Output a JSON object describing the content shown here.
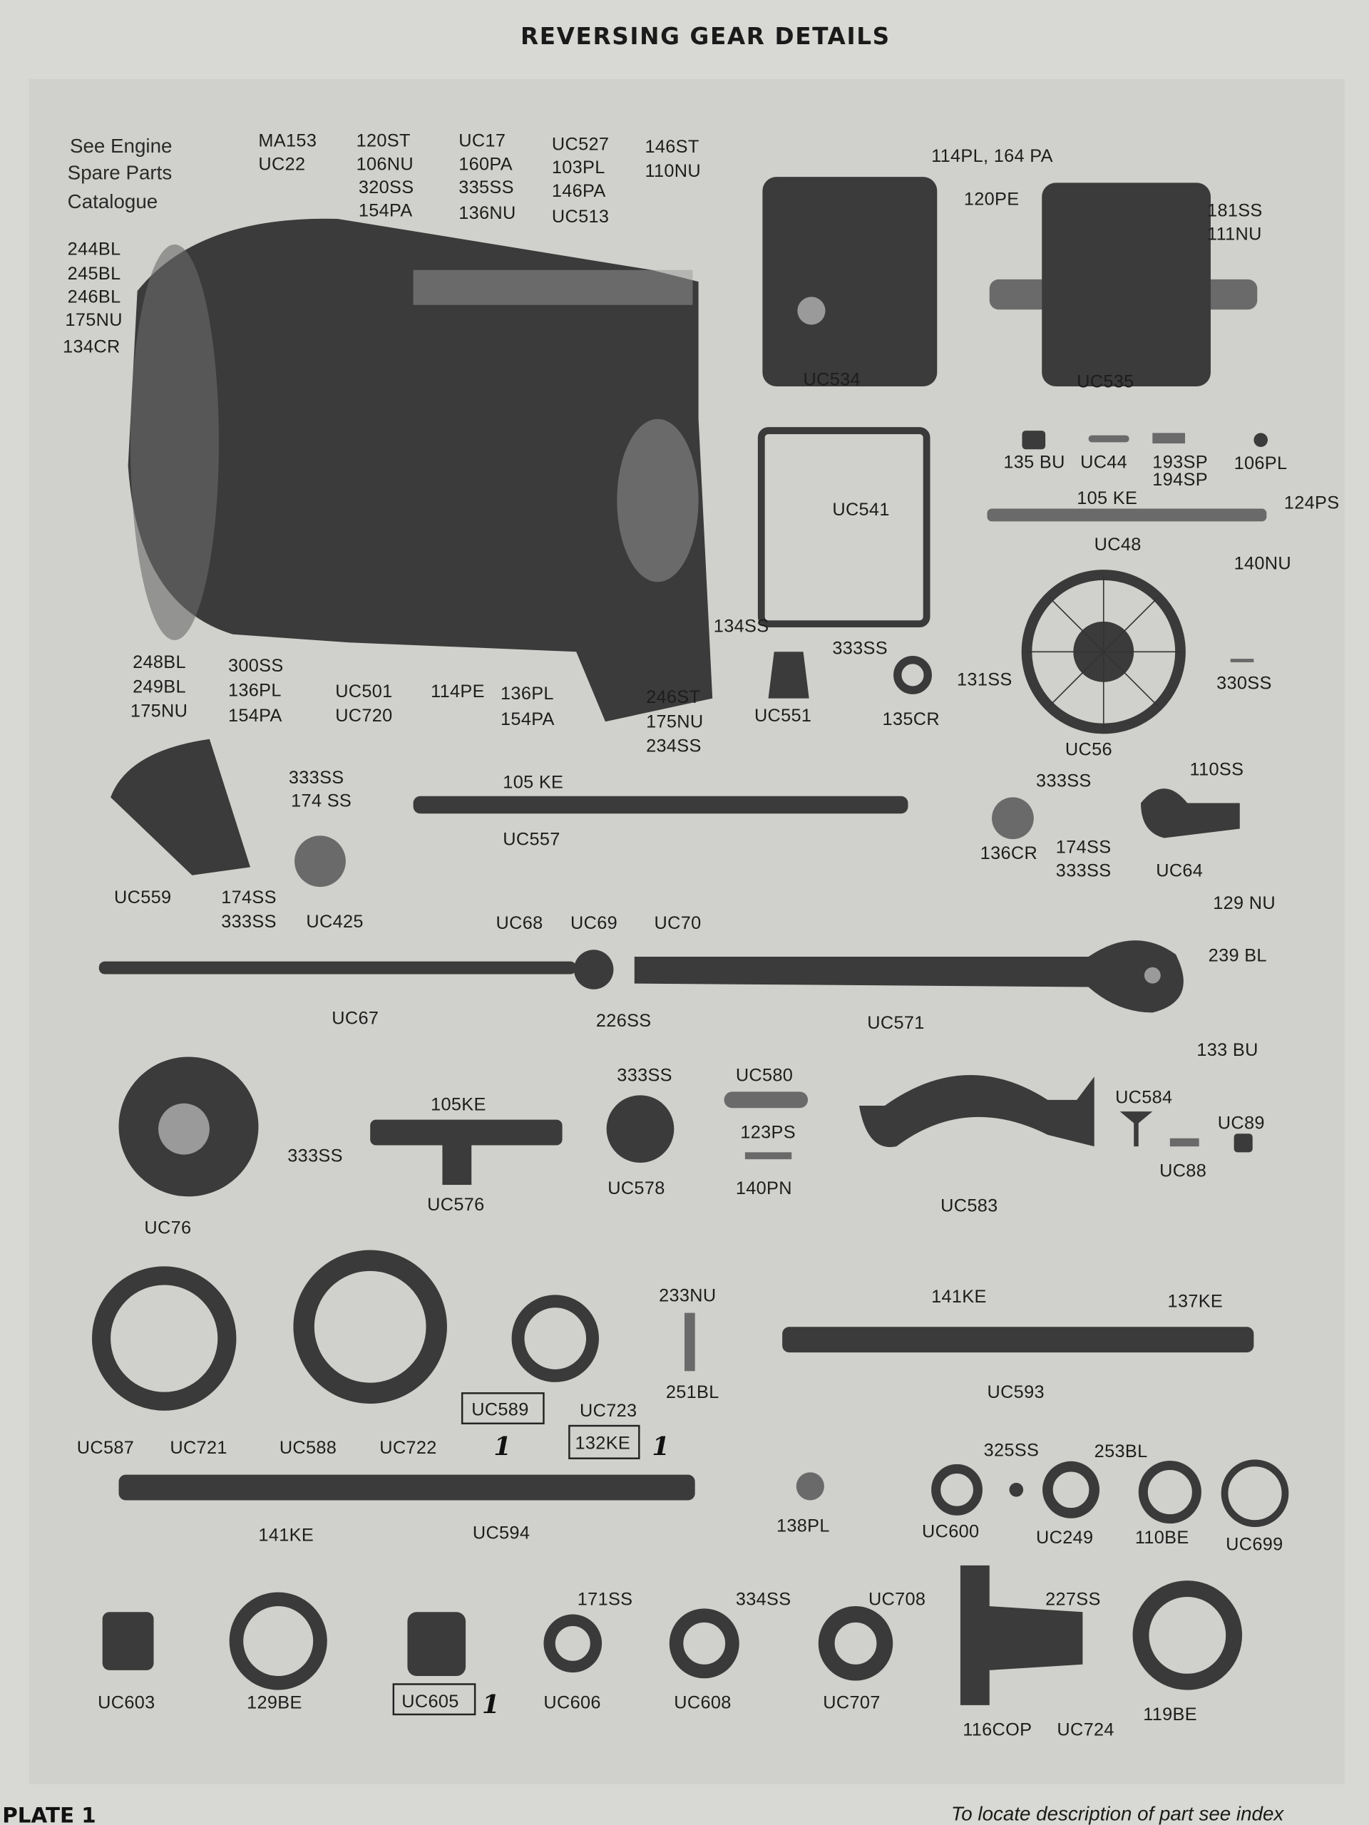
{
  "title": "REVERSING GEAR DETAILS",
  "note": [
    "See Engine",
    "Spare Parts",
    "Catalogue"
  ],
  "footer": {
    "plate": "PLATE 1",
    "index_note": "To locate description of part see index"
  },
  "handwritten_marks": [
    "1",
    "1",
    "1"
  ],
  "boxed_labels": [
    "UC589",
    "132KE",
    "UC605"
  ],
  "labels": [
    "MA153",
    "UC22",
    "120ST",
    "106NU",
    "320SS",
    "154PA",
    "UC17",
    "160PA",
    "335SS",
    "136NU",
    "UC527",
    "103PL",
    "146PA",
    "UC513",
    "146ST",
    "110NU",
    "244BL",
    "245BL",
    "246BL",
    "175NU",
    "134CR",
    "114PL, 164 PA",
    "120PE",
    "181SS",
    "111NU",
    "UC534",
    "UC535",
    "UC541",
    "135 BU",
    "UC44",
    "193SP",
    "194SP",
    "106PL",
    "105 KE",
    "124PS",
    "UC48",
    "140NU",
    "134SS",
    "248BL",
    "249BL",
    "175NU",
    "300SS",
    "136PL",
    "154PA",
    "UC501",
    "UC720",
    "114PE",
    "136PL",
    "154PA",
    "246ST",
    "175NU",
    "234SS",
    "333SS",
    "131SS",
    "UC551",
    "135CR",
    "330SS",
    "UC56",
    "333SS",
    "174 SS",
    "105 KE",
    "UC557",
    "333SS",
    "110SS",
    "136CR",
    "174SS",
    "333SS",
    "UC64",
    "UC559",
    "174SS",
    "333SS",
    "UC425",
    "UC68",
    "UC69",
    "UC70",
    "129 NU",
    "239 BL",
    "UC67",
    "226SS",
    "UC571",
    "133 BU",
    "333SS",
    "UC580",
    "105KE",
    "UC584",
    "UC89",
    "123PS",
    "UC88",
    "333SS",
    "UC578",
    "140PN",
    "UC76",
    "UC576",
    "UC583",
    "233NU",
    "141KE",
    "137KE",
    "251BL",
    "UC593",
    "UC723",
    "UC587",
    "UC721",
    "UC588",
    "UC722",
    "325SS",
    "253BL",
    "141KE",
    "UC594",
    "138PL",
    "UC600",
    "UC249",
    "110BE",
    "UC699",
    "171SS",
    "334SS",
    "UC708",
    "227SS",
    "UC603",
    "129BE",
    "UC606",
    "UC608",
    "UC707",
    "119BE",
    "116COP",
    "UC724"
  ]
}
